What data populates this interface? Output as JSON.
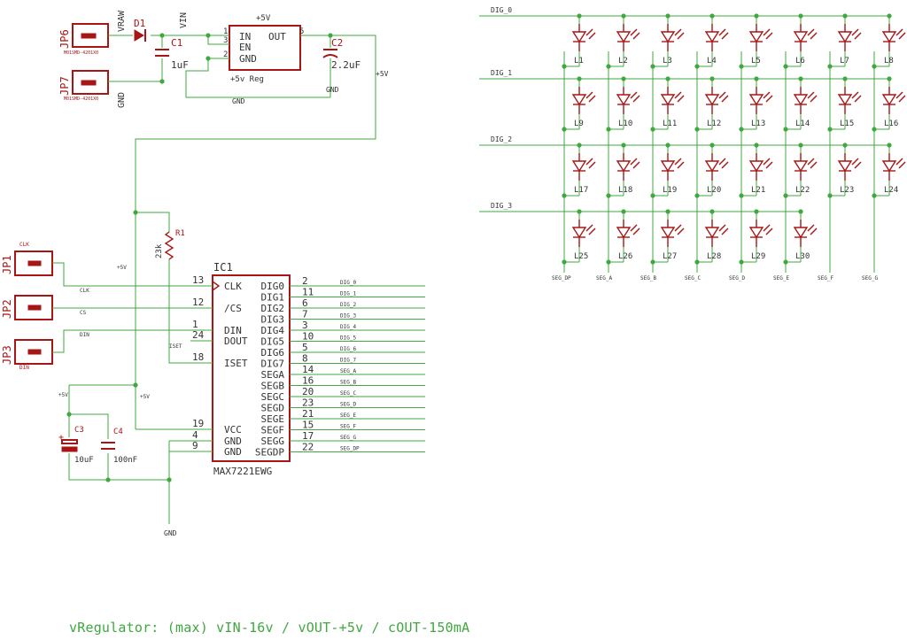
{
  "connectors": {
    "jp6": {
      "ref": "JP6",
      "sub": "M01SMD-4201X0"
    },
    "jp7": {
      "ref": "JP7",
      "sub": "M01SMD-4201X0"
    },
    "jp1": {
      "ref": "JP1",
      "sub": "CLK"
    },
    "jp2": {
      "ref": "JP2",
      "sub": "CS"
    },
    "jp3": {
      "ref": "JP3",
      "sub": "DIN"
    }
  },
  "power": {
    "vraw": "VRAW",
    "vin": "VIN",
    "gnd": "GND",
    "plus5v": "+5V",
    "d1": "D1",
    "c1": {
      "ref": "C1",
      "value": "1uF"
    },
    "c2": {
      "ref": "C2",
      "value": "2.2uF"
    },
    "c3": {
      "ref": "C3",
      "value": "10uF"
    },
    "c4": {
      "ref": "C4",
      "value": "100nF"
    },
    "r1": {
      "ref": "R1",
      "value": "23k"
    },
    "regulator": {
      "top": "+5V",
      "name": "+5v Reg",
      "pins": {
        "in": "IN",
        "en": "EN",
        "gnd": "GND",
        "out": "OUT"
      },
      "pin_numbers": {
        "in": "1",
        "en": "3",
        "gnd": "2",
        "out": "5"
      }
    }
  },
  "nets": {
    "clk": "CLK",
    "cs": "CS",
    "din": "DIN",
    "iset": "ISET"
  },
  "ic": {
    "ref": "IC1",
    "part": "MAX7221EWG",
    "left_pins": [
      {
        "num": "13",
        "name": "CLK"
      },
      {
        "num": "12",
        "name": "/CS"
      },
      {
        "num": "1",
        "name": "DIN"
      },
      {
        "num": "24",
        "name": "DOUT"
      },
      {
        "num": "18",
        "name": "ISET"
      },
      {
        "num": "19",
        "name": "VCC"
      },
      {
        "num": "4",
        "name": "GND"
      },
      {
        "num": "9",
        "name": "GND"
      }
    ],
    "right_pins": [
      {
        "num": "2",
        "name": "DIG0",
        "net": "DIG_0"
      },
      {
        "num": "11",
        "name": "DIG1",
        "net": "DIG_1"
      },
      {
        "num": "6",
        "name": "DIG2",
        "net": "DIG_2"
      },
      {
        "num": "7",
        "name": "DIG3",
        "net": "DIG_3"
      },
      {
        "num": "3",
        "name": "DIG4",
        "net": "DIG_4"
      },
      {
        "num": "10",
        "name": "DIG5",
        "net": "DIG_5"
      },
      {
        "num": "5",
        "name": "DIG6",
        "net": "DIG_6"
      },
      {
        "num": "8",
        "name": "DIG7",
        "net": "DIG_7"
      },
      {
        "num": "14",
        "name": "SEGA",
        "net": "SEG_A"
      },
      {
        "num": "16",
        "name": "SEGB",
        "net": "SEG_B"
      },
      {
        "num": "20",
        "name": "SEGC",
        "net": "SEG_C"
      },
      {
        "num": "23",
        "name": "SEGD",
        "net": "SEG_D"
      },
      {
        "num": "21",
        "name": "SEGE",
        "net": "SEG_E"
      },
      {
        "num": "15",
        "name": "SEGF",
        "net": "SEG_F"
      },
      {
        "num": "17",
        "name": "SEGG",
        "net": "SEG_G"
      },
      {
        "num": "22",
        "name": "SEGDP",
        "net": "SEG_DP"
      }
    ]
  },
  "matrix": {
    "rows": [
      "DIG_0",
      "DIG_1",
      "DIG_2",
      "DIG_3"
    ],
    "leds": [
      [
        "L1",
        "L2",
        "L3",
        "L4",
        "L5",
        "L6",
        "L7",
        "L8"
      ],
      [
        "L9",
        "L10",
        "L11",
        "L12",
        "L13",
        "L14",
        "L15",
        "L16"
      ],
      [
        "L17",
        "L18",
        "L19",
        "L20",
        "L21",
        "L22",
        "L23",
        "L24"
      ],
      [
        "L25",
        "L26",
        "L27",
        "L28",
        "L29",
        "L30"
      ]
    ],
    "columns": [
      "SEG_DP",
      "SEG_A",
      "SEG_B",
      "SEG_C",
      "SEG_D",
      "SEG_E",
      "SEG_F",
      "SEG_G"
    ]
  },
  "note": "vRegulator: (max) vIN-16v / vOUT-+5v / cOUT-150mA",
  "colors": {
    "wire": "#3fa83f",
    "part": "#a81515",
    "text": "#444444"
  }
}
